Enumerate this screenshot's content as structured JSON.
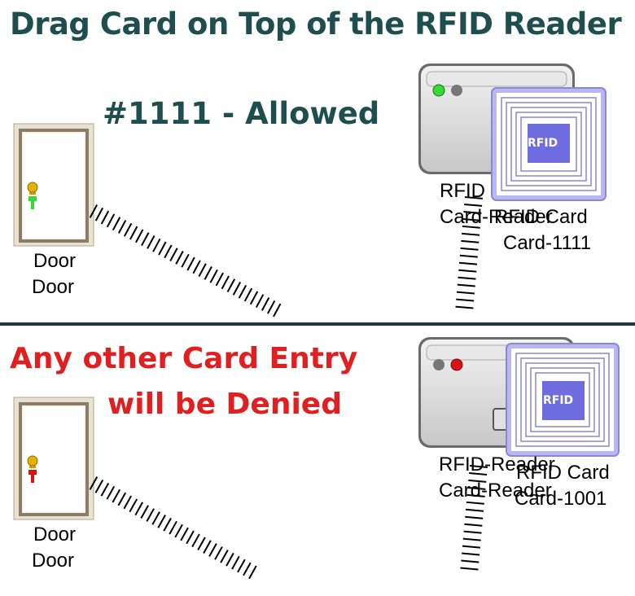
{
  "title": "Drag Card on Top of the RFID Reader",
  "allowed": {
    "status_text": "#1111 - Allowed",
    "indicator_color": "#33dd33"
  },
  "denied": {
    "line1": "Any other Card Entry",
    "line2": "will be Denied",
    "indicator_color": "#dd1111"
  },
  "top": {
    "door": {
      "label1": "Door",
      "label2": "Door"
    },
    "reader": {
      "label1": "RFID",
      "label2": "Card-Reader"
    },
    "card": {
      "label1": "RFID Card",
      "label2": "Card-1111",
      "chip_text": "RFID"
    }
  },
  "bottom": {
    "door": {
      "label1": "Door",
      "label2": "Door"
    },
    "reader": {
      "label1": "RFID-Reader",
      "label2": "Card-Reader"
    },
    "card": {
      "label1": "RFID Card",
      "label2": "Card-1001",
      "chip_text": "RFID"
    }
  }
}
